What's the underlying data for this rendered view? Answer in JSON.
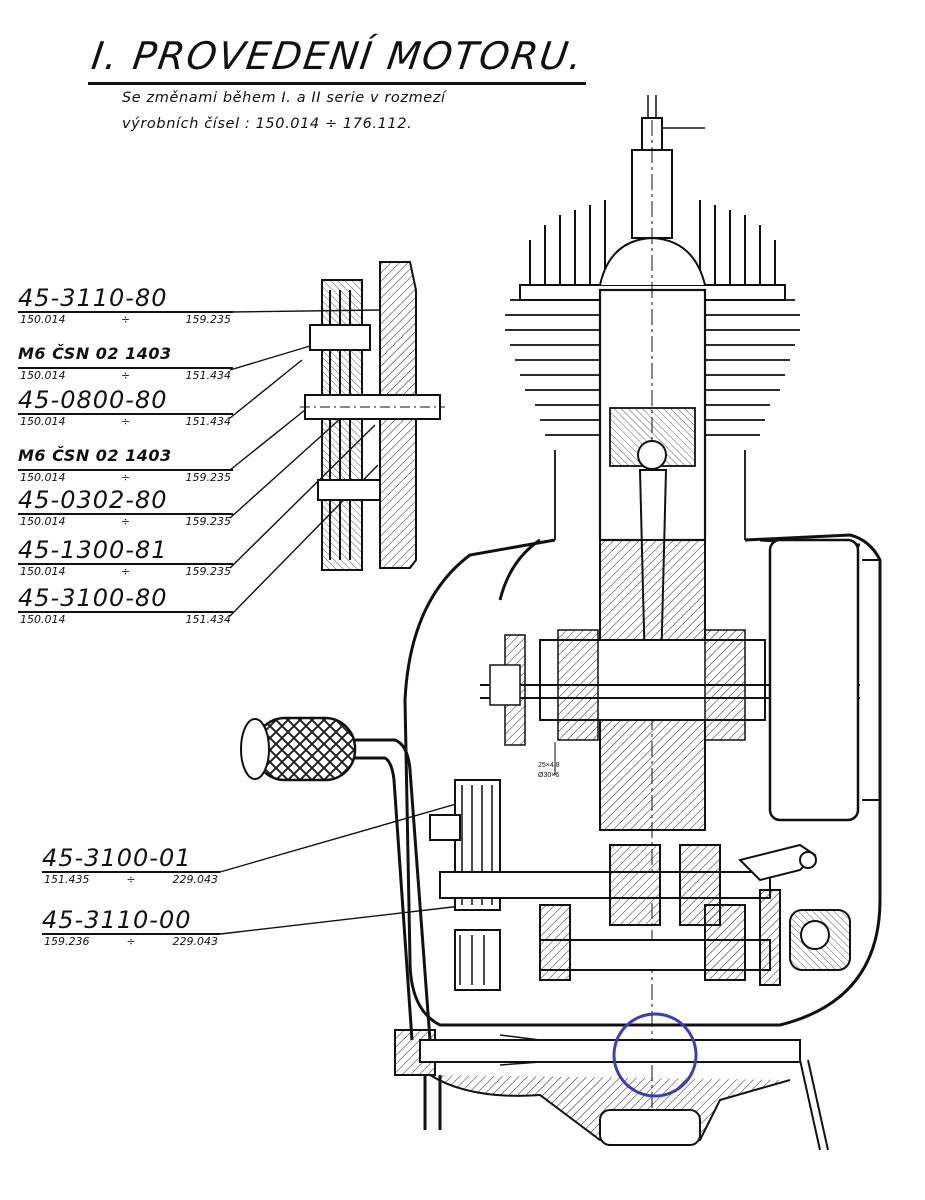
{
  "header": {
    "title": "I. PROVEDENÍ MOTORU.",
    "subtitle_line1": "Se změnami během I. a II serie v rozmezí",
    "subtitle_line2": "výrobních čísel : 150.014 ÷ 176.112."
  },
  "parts_upper": [
    {
      "number": "45-3110-80",
      "from": "150.014",
      "sep": "÷",
      "to": "159.235"
    },
    {
      "number": "M6 ČSN 02 1403",
      "from": "150.014",
      "sep": "÷",
      "to": "151.434"
    },
    {
      "number": "45-0800-80",
      "from": "150.014",
      "sep": "÷",
      "to": "151.434"
    },
    {
      "number": "M6 ČSN 02 1403",
      "from": "150.014",
      "sep": "÷",
      "to": "159.235"
    },
    {
      "number": "45-0302-80",
      "from": "150.014",
      "sep": "÷",
      "to": "159.235"
    },
    {
      "number": "45-1300-81",
      "from": "150.014",
      "sep": "÷",
      "to": "159.235"
    },
    {
      "number": "45-3100-80",
      "from": "150.014",
      "sep": "",
      "to": "151.434"
    }
  ],
  "parts_lower": [
    {
      "number": "45-3100-01",
      "from": "151.435",
      "sep": "÷",
      "to": "229.043"
    },
    {
      "number": "45-3110-00",
      "from": "159.236",
      "sep": "÷",
      "to": "229.043"
    }
  ],
  "annotation": {
    "dim_label_1": "25×4,8",
    "dim_label_2": "Ø30×6"
  },
  "colors": {
    "ink": "#111111",
    "highlight_circle": "#3b3fb5"
  }
}
